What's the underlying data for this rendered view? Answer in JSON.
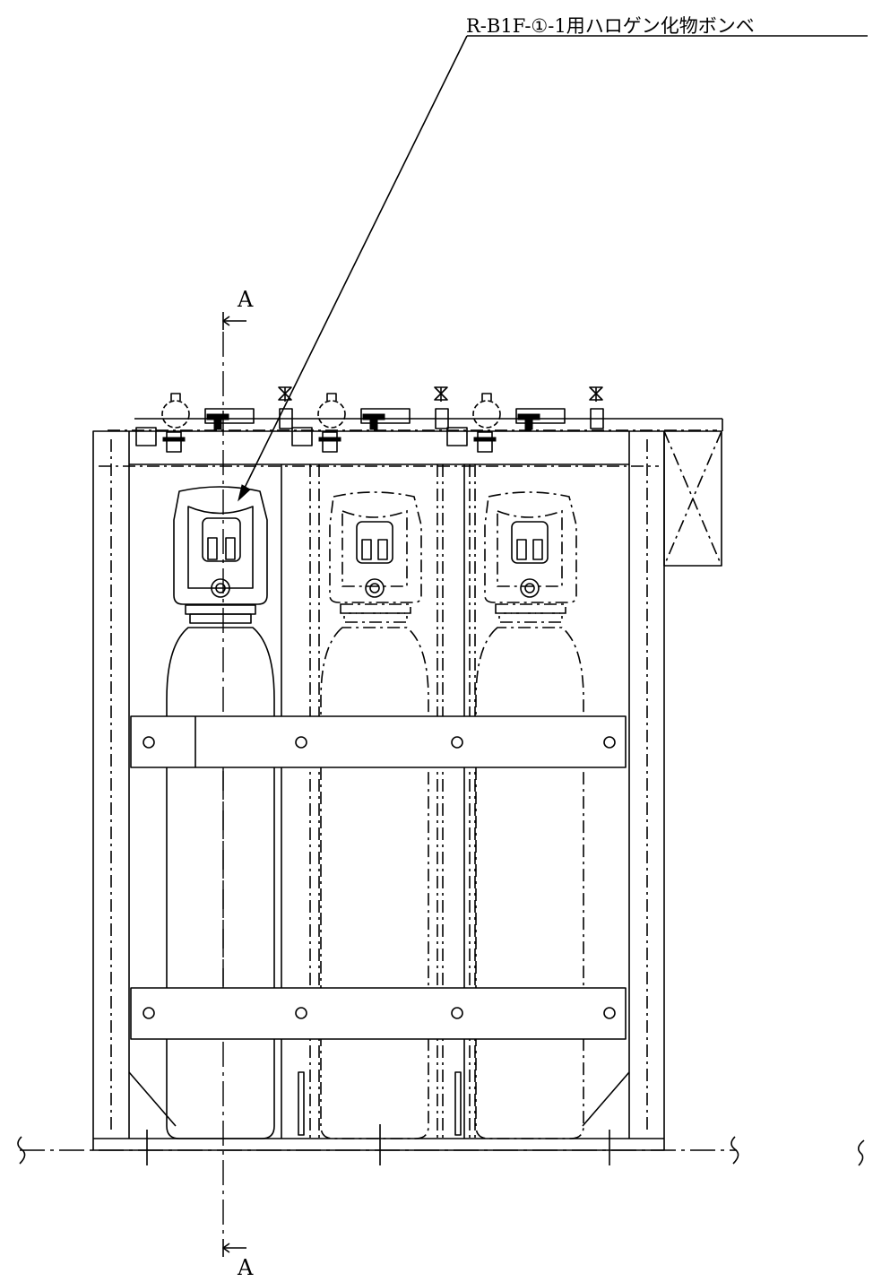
{
  "callout": {
    "label": "R-B1F-①-1用ハロゲン化物ボンベ"
  },
  "section": {
    "top_mark": "A",
    "bottom_mark": "A"
  },
  "colors": {
    "line": "#000000",
    "background": "#ffffff"
  }
}
